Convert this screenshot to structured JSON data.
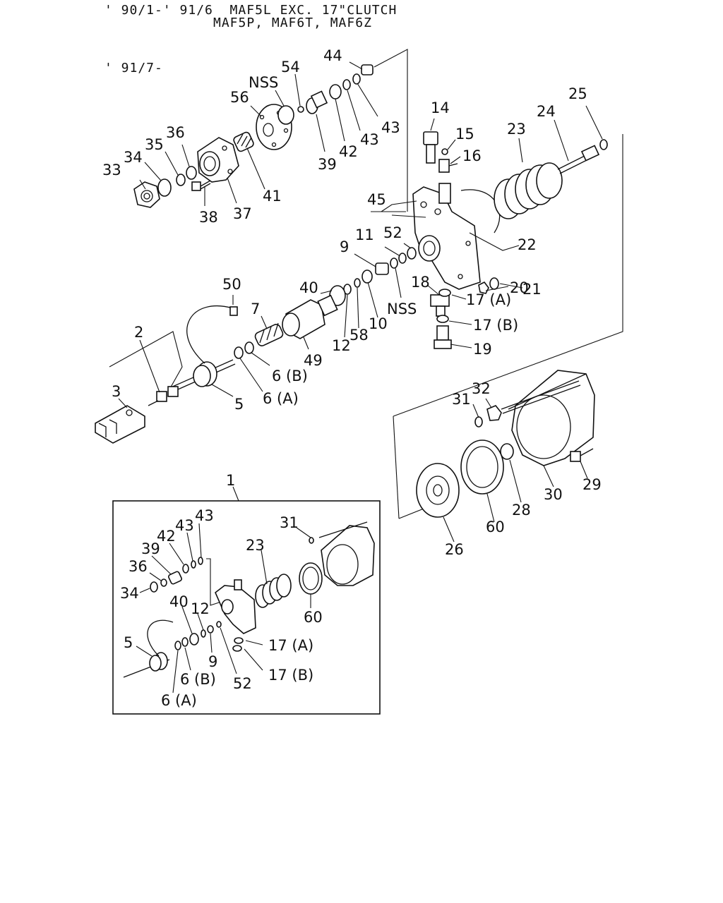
{
  "header": {
    "line1": "' 90/1-' 91/6  MAF5L EXC. 17\"CLUTCH",
    "line2": "MAF5P, MAF6T, MAF6Z",
    "line3": "' 91/7-"
  },
  "callouts": {
    "c44": "44",
    "c54": "54",
    "nss_top": "NSS",
    "c56": "56",
    "c43a": "43",
    "c43b": "43",
    "c42": "42",
    "c39": "39",
    "c41": "41",
    "c36": "36",
    "c35": "35",
    "c34": "34",
    "c33": "33",
    "c38": "38",
    "c37": "37",
    "c14": "14",
    "c15": "15",
    "c16": "16",
    "c23": "23",
    "c24": "24",
    "c25": "25",
    "c45": "45",
    "c52": "52",
    "c22": "22",
    "c21": "21",
    "c20": "20",
    "c11": "11",
    "c9": "9",
    "c18": "18",
    "c17a": "17 (A)",
    "c17b": "17 (B)",
    "nss_mid": "NSS",
    "c19": "19",
    "c40": "40",
    "c50": "50",
    "c7": "7",
    "c12": "12",
    "c58": "58",
    "c10": "10",
    "c49": "49",
    "c6b": "6 (B)",
    "c6a": "6 (A)",
    "c5": "5",
    "c2": "2",
    "c3": "3",
    "c31": "31",
    "c32": "32",
    "c29": "29",
    "c30": "30",
    "c28": "28",
    "c60": "60",
    "c26": "26"
  },
  "kit": {
    "c1": "1",
    "c43a": "43",
    "c43b": "43",
    "c42": "42",
    "c39": "39",
    "c36": "36",
    "c34": "34",
    "c31": "31",
    "c23": "23",
    "c40": "40",
    "c12": "12",
    "c60": "60",
    "c5": "5",
    "c9": "9",
    "c6b": "6 (B)",
    "c6a": "6 (A)",
    "c52": "52",
    "c17a": "17 (A)",
    "c17b": "17 (B)"
  }
}
